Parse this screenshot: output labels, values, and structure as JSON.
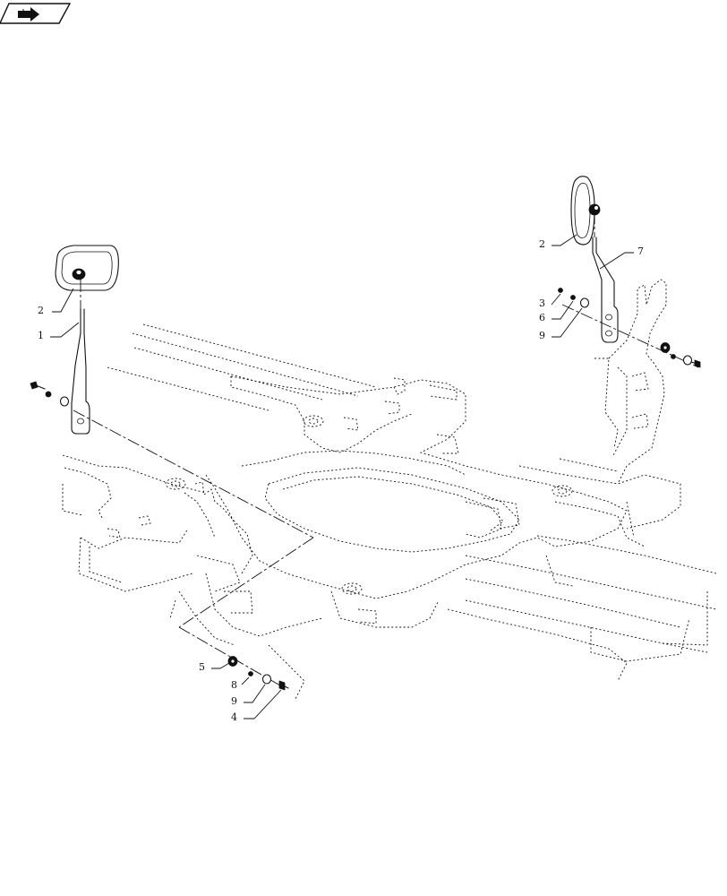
{
  "nav_icon": "next-page-arrow-icon",
  "callouts": [
    {
      "id": "left-mirror",
      "num": "2"
    },
    {
      "id": "left-arm",
      "num": "1"
    },
    {
      "id": "right-mirror",
      "num": "2"
    },
    {
      "id": "right-arm",
      "num": "7"
    },
    {
      "id": "right-bolt",
      "num": "3"
    },
    {
      "id": "right-lockwasher",
      "num": "6"
    },
    {
      "id": "right-washer",
      "num": "9"
    },
    {
      "id": "bottom-nut",
      "num": "5"
    },
    {
      "id": "bottom-lockwasher",
      "num": "8"
    },
    {
      "id": "bottom-washer",
      "num": "9"
    },
    {
      "id": "bottom-bolt",
      "num": "4"
    }
  ]
}
